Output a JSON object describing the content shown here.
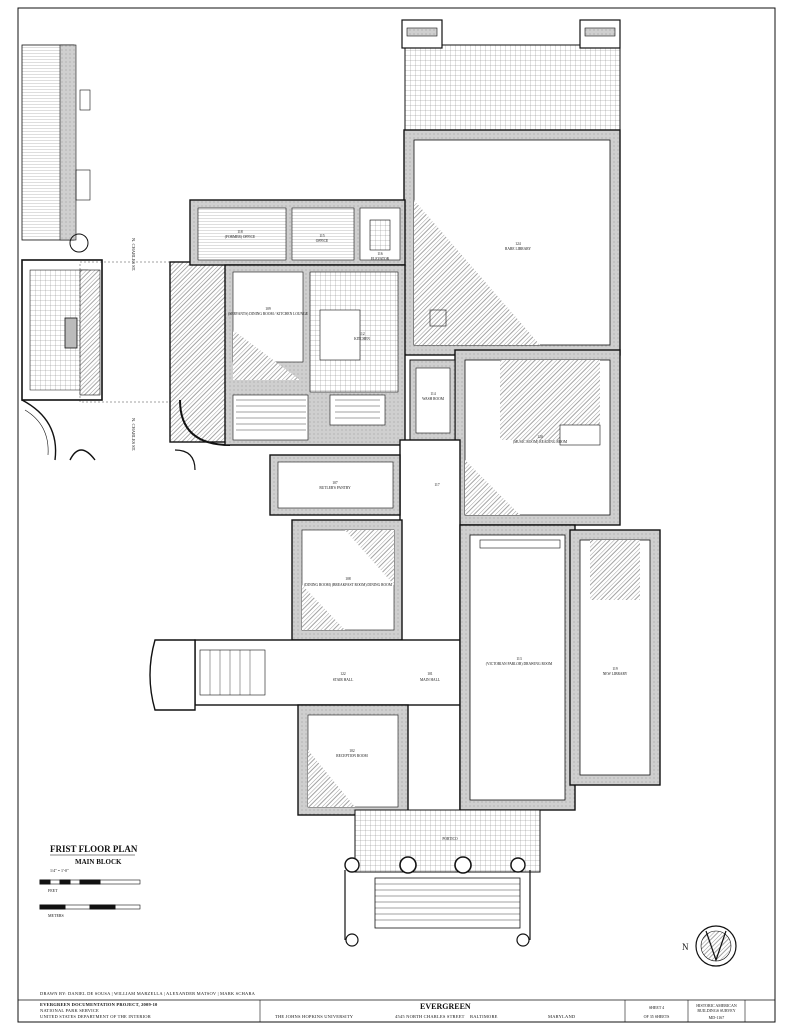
{
  "plan": {
    "title": "FRIST FLOOR PLAN",
    "subtitle": "MAIN BLOCK",
    "scale": "1/4\" = 1'-0\"",
    "scale_feet": "FEET",
    "scale_meters": "METERS",
    "north": "N",
    "side_labels": {
      "north_charles": "N. CHARLES ST.",
      "charles_left": "N. CHARLES ST."
    }
  },
  "rooms": [
    {
      "id": "r118",
      "number": "118",
      "name": "(FORMER) OFFICE"
    },
    {
      "id": "r115",
      "number": "115",
      "name": "OFFICE"
    },
    {
      "id": "r116",
      "number": "116",
      "name": "ELEVATOR"
    },
    {
      "id": "r109",
      "number": "109",
      "name": "(SERVANTS) DINING ROOM / KITCHEN LOUNGE"
    },
    {
      "id": "r112",
      "number": "112",
      "name": "KITCHEN"
    },
    {
      "id": "r124",
      "number": "124",
      "name": "RARE LIBRARY"
    },
    {
      "id": "r114",
      "number": "114",
      "name": "WASH ROOM"
    },
    {
      "id": "r120",
      "number": "120",
      "name": "(MUSIC ROOM) READING ROOM"
    },
    {
      "id": "r107",
      "number": "107",
      "name": "BUTLER'S PANTRY"
    },
    {
      "id": "r117",
      "number": "117",
      "name": ""
    },
    {
      "id": "r108",
      "number": "108",
      "name": "(DINING ROOM) (BREAKFAST ROOM) DINING ROOM"
    },
    {
      "id": "r122",
      "number": "122",
      "name": "STAIR HALL"
    },
    {
      "id": "r101",
      "number": "101",
      "name": "MAIN HALL"
    },
    {
      "id": "r113",
      "number": "113",
      "name": "(VICTORIAN PARLOR) DRAWING ROOM"
    },
    {
      "id": "r119",
      "number": "119",
      "name": "NEW LIBRARY"
    },
    {
      "id": "r102",
      "number": "102",
      "name": "RECEPTION ROOM"
    },
    {
      "id": "r100",
      "number": "",
      "name": "PORTICO"
    }
  ],
  "title_block": {
    "drawn_by": "DRAWN BY: DANIEL DE SOUSA | WILLIAM MARZELLA | ALEXANDER MATSOV | MARK SCHARA",
    "project": "EVERGREEN DOCUMENTATION PROJECT, 2009-10",
    "agency": "NATIONAL PARK SERVICE",
    "department": "UNITED STATES DEPARTMENT OF THE INTERIOR",
    "name": "EVERGREEN",
    "university": "THE JOHNS HOPKINS UNIVERSITY",
    "address": "4545 NORTH CHARLES STREET",
    "city": "BALTIMORE",
    "state": "MARYLAND",
    "sheet": "SHEET 4",
    "of_sheets": "OF 35 SHEETS",
    "survey": "HISTORIC AMERICAN BUILDINGS SURVEY",
    "survey_no": "MD-1167"
  }
}
